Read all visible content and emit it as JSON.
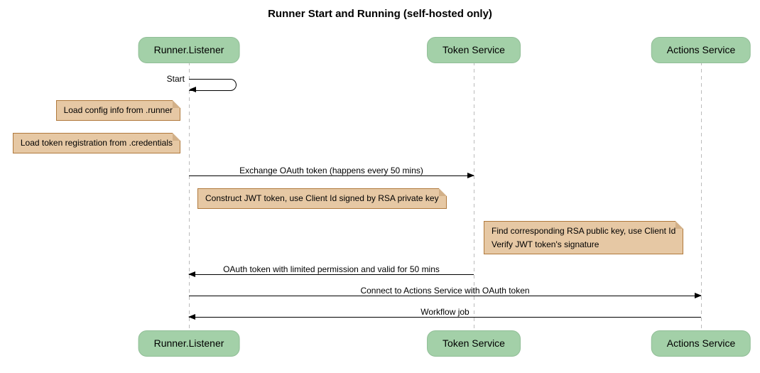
{
  "title": "Runner Start and Running (self-hosted only)",
  "colors": {
    "background": "#FFFFFF",
    "text": "#000000",
    "participant_fill": "#A3D0A8",
    "participant_border": "#91BE97",
    "note_fill": "#E6C8A4",
    "note_border": "#B0793C",
    "note_fold": "#D2B088",
    "lifeline": "#BBBBBB",
    "arrow": "#000000"
  },
  "participants": [
    {
      "name": "Runner.Listener"
    },
    {
      "name": "Token Service"
    },
    {
      "name": "Actions Service"
    }
  ],
  "messages": [
    {
      "label": "Start",
      "type": "self",
      "from": "Runner.Listener",
      "to": "Runner.Listener"
    },
    {
      "label": "Exchange OAuth token (happens every 50 mins)",
      "type": "solid",
      "from": "Runner.Listener",
      "to": "Token Service",
      "direction": "right"
    },
    {
      "label": "OAuth token with limited permission and valid for 50 mins",
      "type": "solid",
      "from": "Token Service",
      "to": "Runner.Listener",
      "direction": "left"
    },
    {
      "label": "Connect to Actions Service with OAuth token",
      "type": "solid",
      "from": "Runner.Listener",
      "to": "Actions Service",
      "direction": "right"
    },
    {
      "label": "Workflow job",
      "type": "solid",
      "from": "Actions Service",
      "to": "Runner.Listener",
      "direction": "left"
    }
  ],
  "notes": [
    {
      "text": "Load config info from .runner",
      "position": "left of Runner.Listener"
    },
    {
      "text": "Load token registration from .credentials",
      "position": "left of Runner.Listener"
    },
    {
      "text": "Construct JWT token, use Client Id signed by RSA private key",
      "position": "right of Runner.Listener"
    },
    {
      "lines": [
        "Find corresponding RSA public key, use Client Id",
        "Verify JWT token's signature"
      ],
      "position": "left of Actions Service"
    }
  ]
}
